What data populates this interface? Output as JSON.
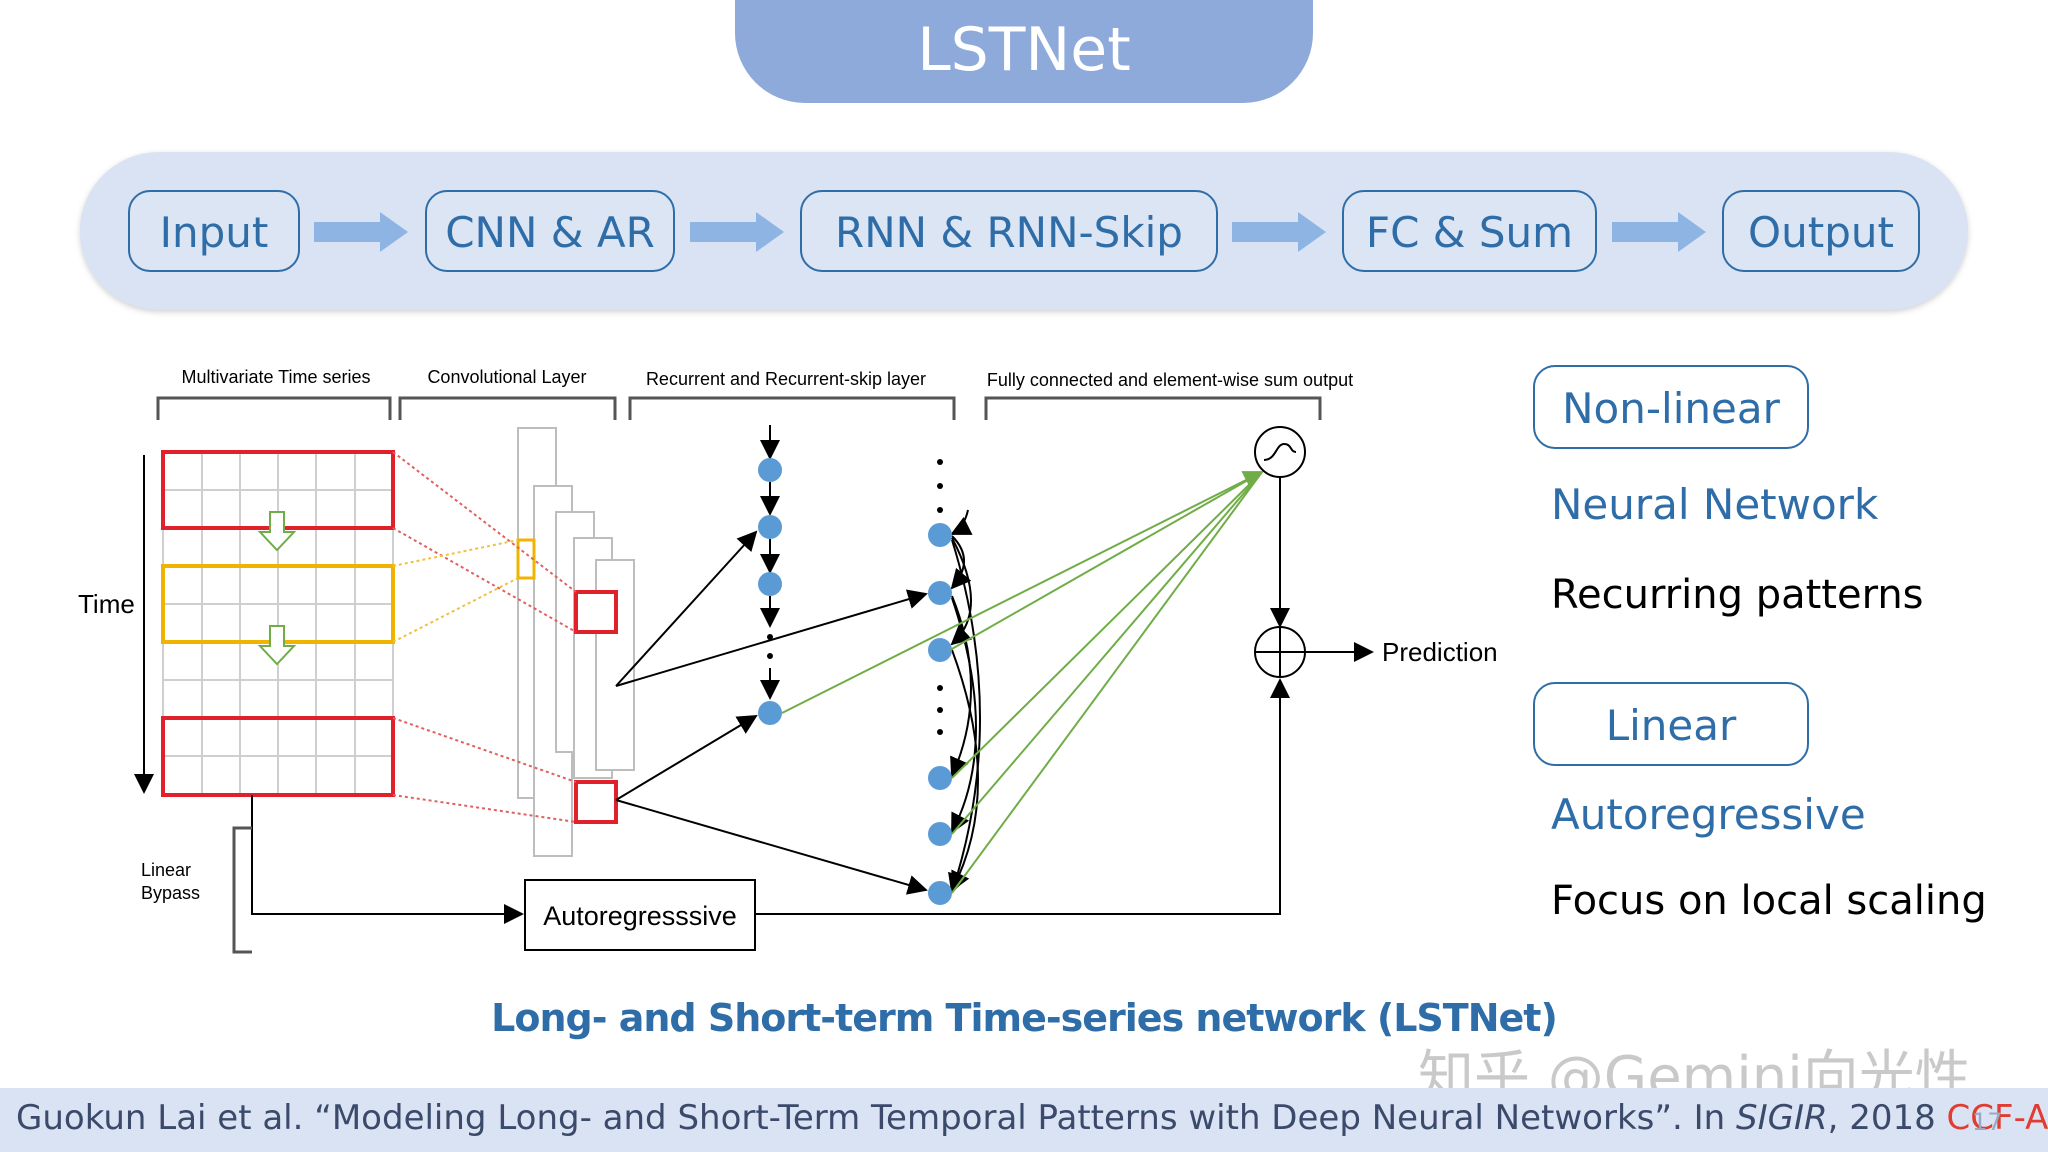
{
  "title": "LSTNet",
  "flow": {
    "steps": [
      "Input",
      "CNN & AR",
      "RNN & RNN-Skip",
      "FC & Sum",
      "Output"
    ]
  },
  "diagram": {
    "section_labels": [
      "Multivariate Time series",
      "Convolutional Layer",
      "Recurrent and Recurrent-skip layer",
      "Fully connected and element-wise sum output"
    ],
    "time_label": "Time",
    "bypass_label_line1": "Linear",
    "bypass_label_line2": "Bypass",
    "ar_box_label": "Autoregresssive",
    "prediction_label": "Prediction"
  },
  "side": {
    "nonlinear_box": "Non-linear",
    "neural_network": "Neural Network",
    "recurring": "Recurring patterns",
    "linear_box": "Linear",
    "autoregressive": "Autoregressive",
    "focus": "Focus on local scaling"
  },
  "caption": "Long- and Short-term Time-series network (LSTNet)",
  "watermark": "知乎 @Gemini向光性",
  "footer": {
    "citation_main": "Guokun Lai et al. “Modeling Long- and Short-Term Temporal Patterns with Deep Neural Networks”. In ",
    "venue": "SIGIR",
    "year": ", 2018 ",
    "ccf": "CCF-A",
    "page": "17"
  },
  "colors": {
    "accent": "#2f6da8",
    "title_bg": "#8eaadb",
    "band_bg": "#dae3f3",
    "arrow": "#8eb4e3",
    "red": "#e0202a",
    "yellow": "#f0b400",
    "node": "#5b9bd5",
    "green": "#70ad47"
  }
}
